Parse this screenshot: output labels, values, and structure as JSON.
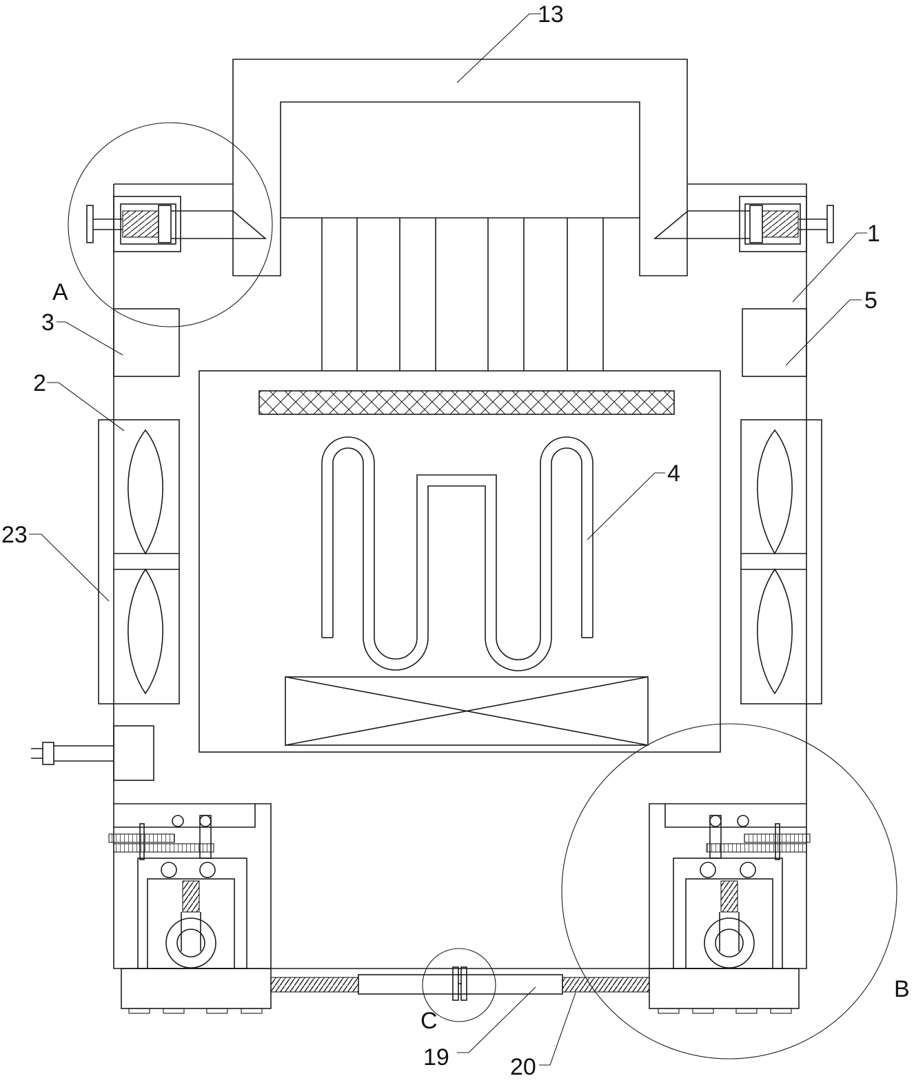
{
  "labels": {
    "n13": "13",
    "n1": "1",
    "n5": "5",
    "n3": "3",
    "n2": "2",
    "n23": "23",
    "n4": "4",
    "n19": "19",
    "n20": "20",
    "detail_a": "A",
    "detail_b": "B",
    "detail_c": "C"
  },
  "colors": {
    "line": "#1a1a1a",
    "background": "#ffffff"
  }
}
